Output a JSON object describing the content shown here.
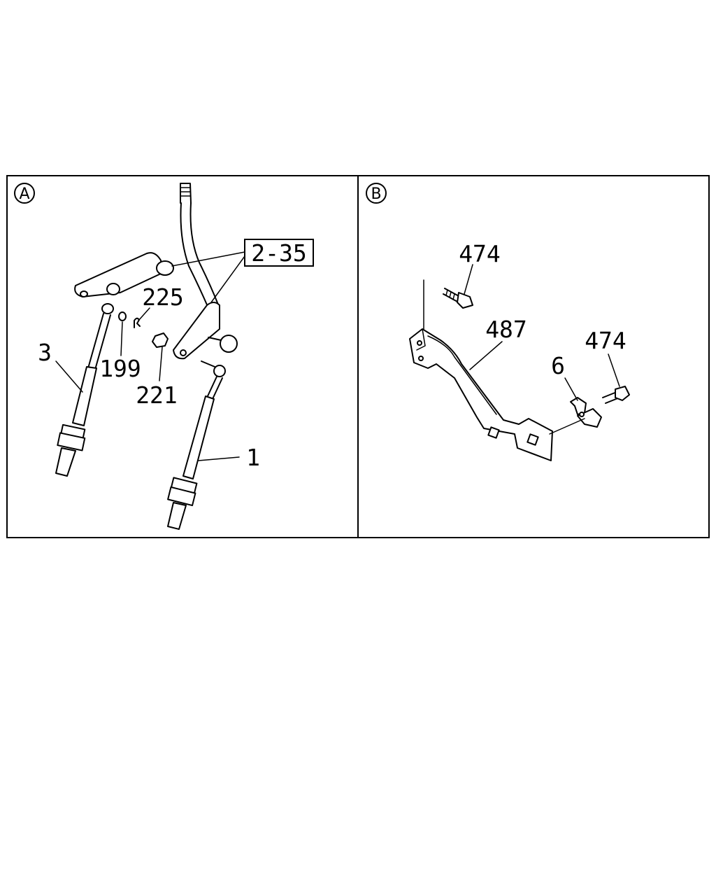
{
  "panels": [
    {
      "id": "A",
      "callouts": [
        "2-35",
        "225",
        "199",
        "221",
        "3",
        "1"
      ]
    },
    {
      "id": "B",
      "callouts": [
        "474",
        "487",
        "6",
        "474"
      ]
    }
  ]
}
